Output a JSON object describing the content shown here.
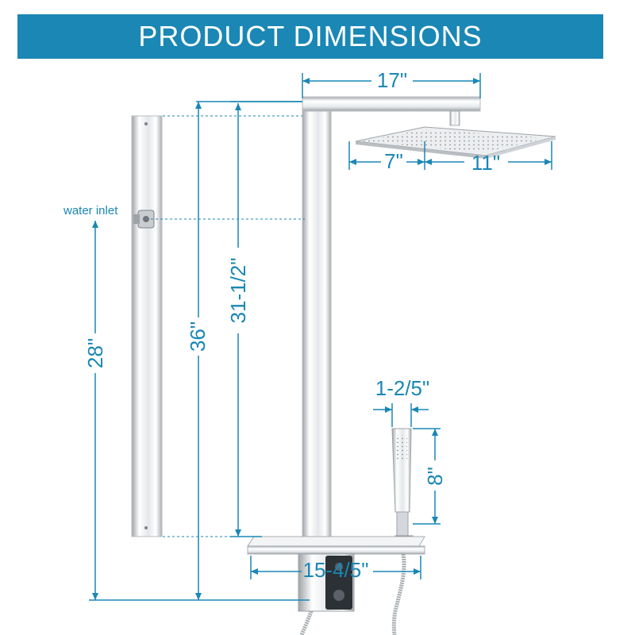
{
  "header": {
    "title": "PRODUCT DIMENSIONS"
  },
  "labels": {
    "water_inlet": "water inlet",
    "arm_length": "17\"",
    "head_front": "7\"",
    "head_width": "11\"",
    "total_height": "36\"",
    "inlet_height": "28\"",
    "arm_to_shelf": "31-1/2\"",
    "handheld_width": "1-2/5\"",
    "handheld_length": "8\"",
    "shelf_width": "15-4/5\""
  },
  "colors": {
    "accent": "#1a87b5",
    "chrome": "#d7dadd",
    "white": "#ffffff"
  }
}
